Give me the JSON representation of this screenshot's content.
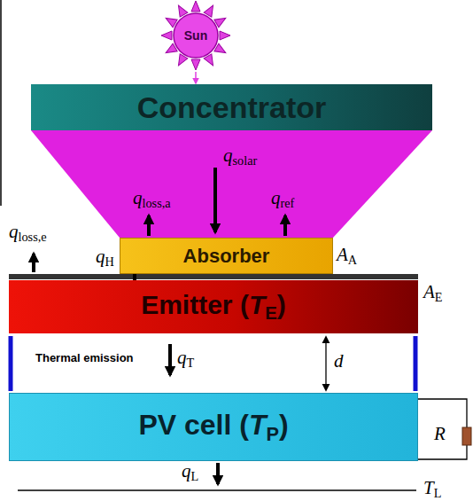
{
  "diagram": {
    "nodes": [
      {
        "text": [
          "Sun"
        ]
      },
      {
        "text": [
          "Concentrator"
        ]
      },
      {
        "text": [
          "Absorber"
        ]
      },
      {
        "text": [
          "Emitter (TE)"
        ]
      },
      {
        "text": [
          "PV cell (TP)"
        ]
      }
    ],
    "edges": [
      {
        "from": 0,
        "to": 1,
        "arrow": "to"
      },
      {
        "from": 1,
        "to": 2,
        "arrow": "to",
        "label": "qsolar"
      },
      {
        "from": 2,
        "to": 3,
        "arrow": "to",
        "label": "qH"
      },
      {
        "from": 3,
        "to": 4,
        "arrow": "to",
        "label": "qT"
      }
    ],
    "labels": [
      "qloss,e",
      "qloss,a",
      "qref",
      "AA",
      "AE",
      "Thermal emission",
      "d",
      "R",
      "qL",
      "TL"
    ]
  }
}
